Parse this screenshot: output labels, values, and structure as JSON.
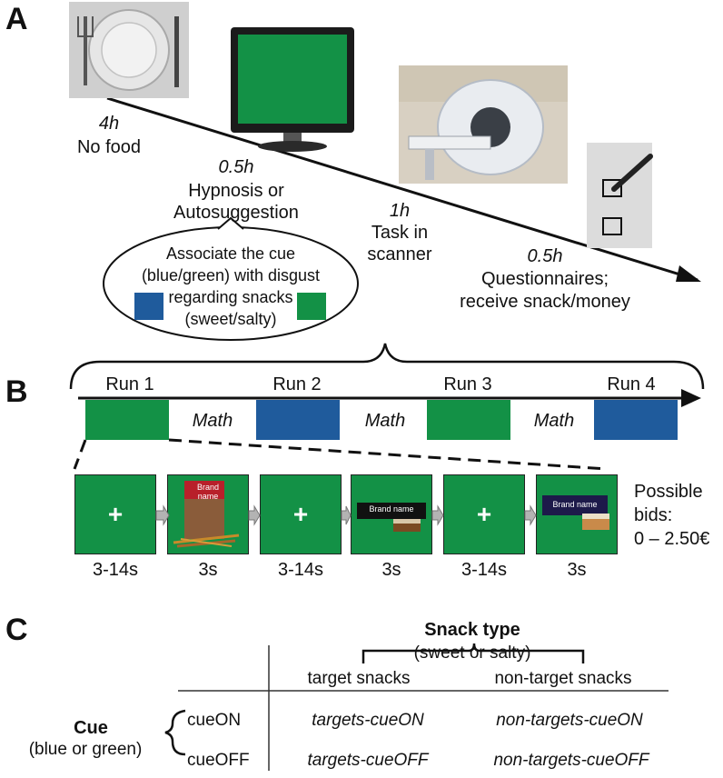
{
  "panel_a": {
    "letter": "A",
    "steps": [
      {
        "duration": "4h",
        "text": "No food"
      },
      {
        "duration": "0.5h",
        "text_line1": "Hypnosis or",
        "text_line2": "Autosuggestion"
      },
      {
        "duration": "1h",
        "text_line1": "Task in",
        "text_line2": "scanner"
      },
      {
        "duration": "0.5h",
        "text_line1": "Questionnaires;",
        "text_line2": "receive snack/money"
      }
    ],
    "bubble": {
      "line1": "Associate the cue",
      "line2": "(blue/green) with disgust",
      "line3": "regarding snacks",
      "line4": "(sweet/salty)"
    }
  },
  "panel_b": {
    "letter": "B",
    "runs": [
      "Run 1",
      "Run 2",
      "Run 3",
      "Run 4"
    ],
    "math_labels": [
      "Math",
      "Math",
      "Math"
    ],
    "trial_durations": [
      "3-14s",
      "3s",
      "3-14s",
      "3s",
      "3-14s",
      "3s"
    ],
    "fixation_symbol": "+",
    "brand_label": "Brand name",
    "brand_label_box": "Brand\nname",
    "bids_line1": "Possible",
    "bids_line2": "bids:",
    "bids_line3": "0 – 2.50€"
  },
  "panel_c": {
    "letter": "C",
    "header_title": "Snack type",
    "header_sub": "(sweet or salty)",
    "col1": "target snacks",
    "col2": "non-target snacks",
    "cue_title": "Cue",
    "cue_sub": "(blue or green)",
    "row1": "cueON",
    "row2": "cueOFF",
    "cells": [
      [
        "targets-cueON",
        "non-targets-cueON"
      ],
      [
        "targets-cueOFF",
        "non-targets-cueOFF"
      ]
    ]
  },
  "colors": {
    "green": "#139146",
    "blue": "#1f5b9c"
  }
}
